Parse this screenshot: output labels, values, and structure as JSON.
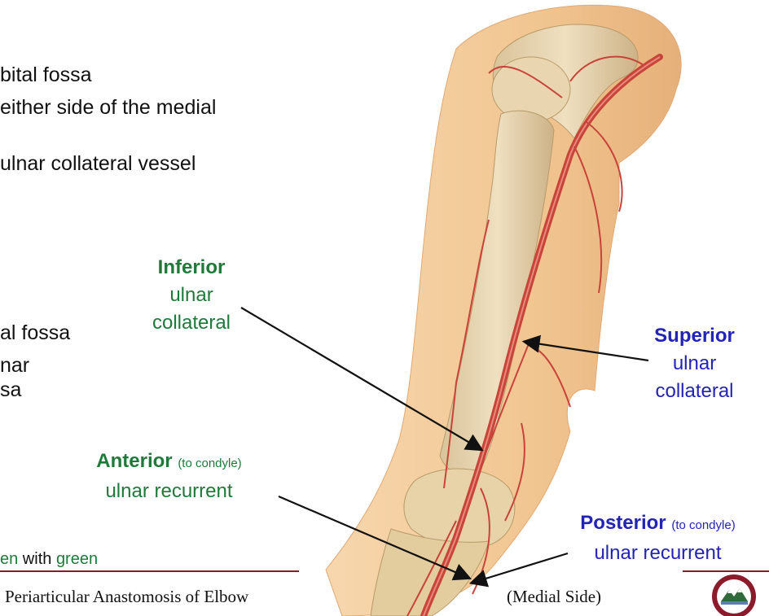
{
  "bullets": [
    "bital fossa",
    "either side of the medial",
    "ulnar collateral vessel",
    "al fossa",
    "nar",
    "sa"
  ],
  "labels": {
    "inferior": {
      "line1": "Inferior",
      "line2": "ulnar",
      "line3": "collateral"
    },
    "superior": {
      "line1": "Superior",
      "line2": "ulnar",
      "line3": "collateral"
    },
    "anterior": {
      "title": "Anterior",
      "note": "(to condyle)",
      "line2": "ulnar recurrent"
    },
    "posterior": {
      "title": "Posterior",
      "note": "(to condyle)",
      "line2": "ulnar recurrent"
    }
  },
  "legend_line": {
    "part1": "en",
    "part2": " with ",
    "part3": "green"
  },
  "footer": {
    "title": "Periarticular Anastomosis of Elbow",
    "side": "(Medial Side)"
  },
  "colors": {
    "green": "#1f7a3a",
    "blue": "#2323b8",
    "footer_rule": "#8b1a2b",
    "skin": "#f2c896",
    "bone": "#e8d3a8",
    "artery": "#c8443a"
  }
}
